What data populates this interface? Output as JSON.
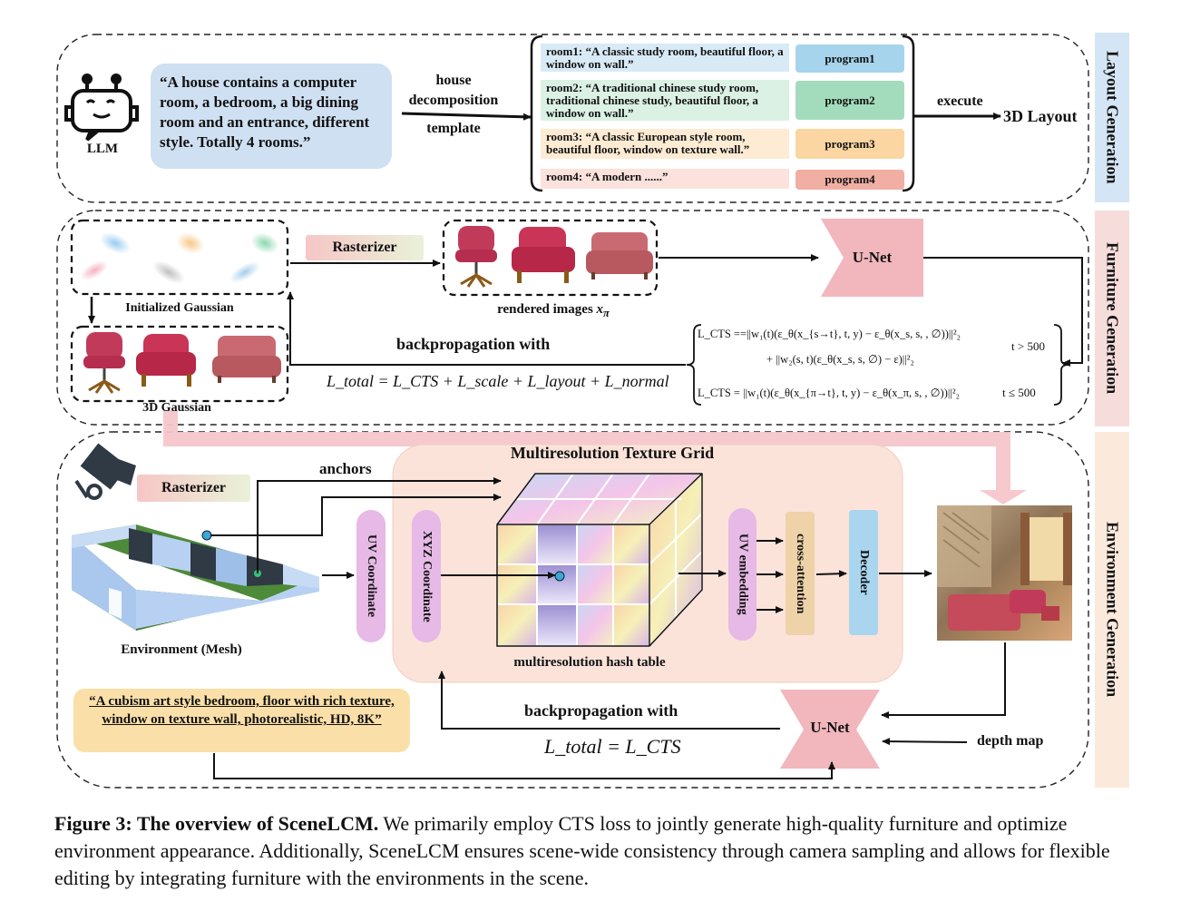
{
  "sections": {
    "layout_label": "Layout Generation",
    "furniture_label": "Furniture Generation",
    "environment_label": "Environment Generation"
  },
  "colors": {
    "layout_side": "#d4e6f5",
    "furniture_side": "#f7dcdc",
    "environment_side": "#fbe9dc",
    "texture_grid_bg": "#fbe3da",
    "uv_box": "#e6b9e6",
    "cross_attention": "#eed2a8",
    "decoder": "#a9d6ee",
    "unet": "#f1b7bd",
    "text_prompt_box": "#fbdfa8"
  },
  "layout": {
    "llm_label": "LLM",
    "llm_icon": "robot-icon",
    "prompt": "“A house contains a computer room,  a bedroom, a big dining room and an entrance, different style. Totally 4 rooms.”",
    "arrow_top_label": "house decomposition",
    "arrow_bottom_label": "template",
    "rooms": [
      {
        "text": "room1: “A classic study room, beautiful floor, a window on wall.”",
        "program": "program1",
        "bg": "#d8eaf5",
        "prog_bg": "#a6d4ec"
      },
      {
        "text": "room2: “A traditional chinese study room, traditional chinese study, beautiful floor, a window on wall.”",
        "program": "program2",
        "bg": "#dbf1e4",
        "prog_bg": "#a3dcbd"
      },
      {
        "text": "room3: “A classic European style room, beautiful floor, window on texture wall.”",
        "program": "program3",
        "bg": "#fdebd3",
        "prog_bg": "#fbd6a2"
      },
      {
        "text": "room4: “A modern ......”",
        "program": "program4",
        "bg": "#fbe2dc",
        "prog_bg": "#f1aea3"
      }
    ],
    "execute_label": "execute",
    "output_label": "3D Layout"
  },
  "furniture": {
    "initialized_gaussian": "Initialized Gaussian",
    "gaussian_3d": "3D Gaussian",
    "rasterizer": "Rasterizer",
    "rendered_images": "rendered images",
    "rendered_symbol": "x",
    "rendered_subscript": "π",
    "unet": "U-Net",
    "backprop": "backpropagation with",
    "loss_total": "L_total = L_CTS + L_scale + L_layout + L_normal",
    "cts_case1_line1": "L_CTS ==||w₁(t)(ε_θ(x_{s→t}, t, y) − ε_θ(x_s, s, , ∅))||²₂",
    "cts_case1_line2": "+ ||w₂(s, t)(ε_θ(x_s, s, ∅) − ε)||²₂",
    "cts_case1_cond": "t > 500",
    "cts_case2": "L_CTS = ||w₁(t)(ε_θ(x_{π→t}, t, y) − ε_θ(x_π, s, , ∅))||²₂",
    "cts_case2_cond": "t ≤ 500"
  },
  "environment": {
    "rasterizer": "Rasterizer",
    "camera_icon": "camera-icon",
    "anchors": "anchors",
    "mesh_label": "Environment (Mesh)",
    "uv_coordinate": "UV Coordinate",
    "xyz_coordinate": "XYZ Coordinate",
    "grid_title": "Multiresolution Texture Grid",
    "hash_table": "multiresolution hash table",
    "uv_embedding": "UV embedding",
    "cross_attention": "cross-attention",
    "decoder": "Decoder",
    "prompt": "“A cubism art style bedroom, floor with rich texture, window on texture wall, photorealistic, HD, 8K”",
    "backprop": "backpropagation with",
    "loss_total": "L_total = L_CTS",
    "unet": "U-Net",
    "depth_map": "depth map"
  },
  "caption": {
    "bold": "Figure 3: The overview of SceneLCM.",
    "text": " We primarily employ CTS loss to jointly generate high-quality furniture and optimize environment appearance. Additionally, SceneLCM ensures scene-wide consistency through camera sampling and allows for flexible editing by integrating furniture with the environments in the scene."
  }
}
